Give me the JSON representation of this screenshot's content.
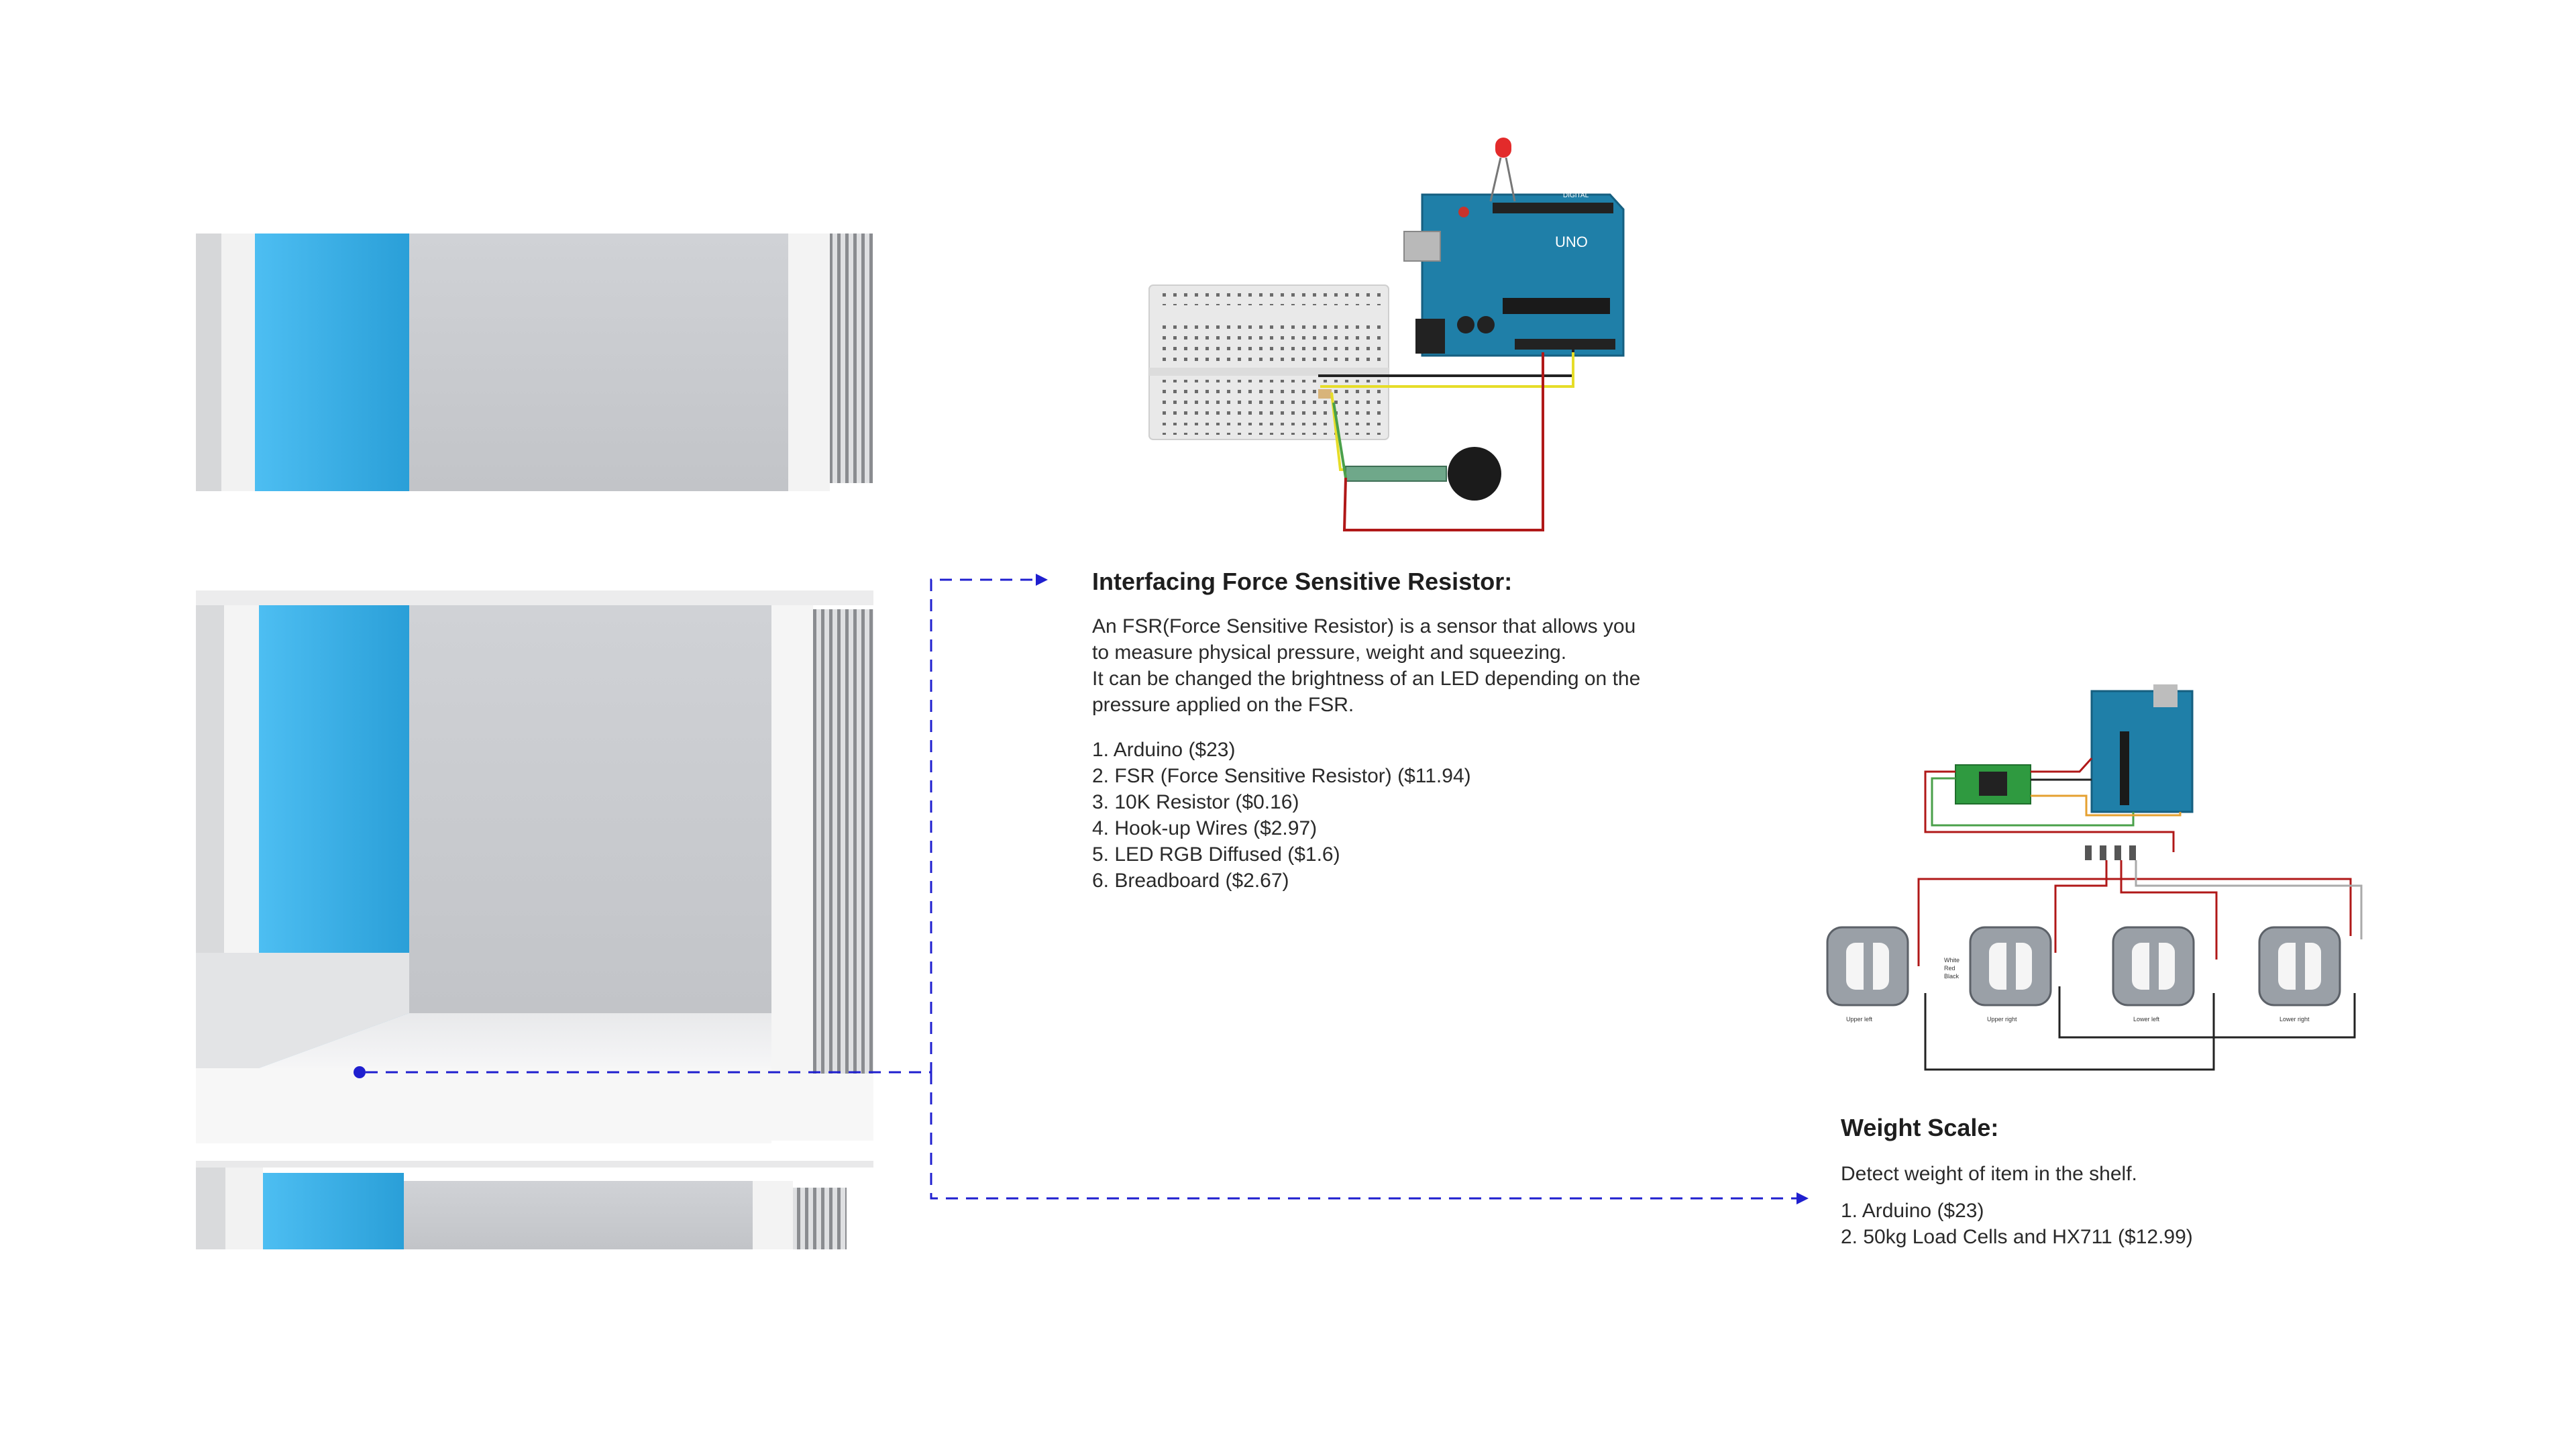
{
  "fsr_panel": {
    "title": "Interfacing Force Sensitive Resistor:",
    "description": [
      "An FSR(Force Sensitive Resistor) is a sensor that allows you",
      "to measure physical pressure, weight and squeezing.",
      "It can be changed the brightness of an LED depending on the",
      "pressure applied on the FSR."
    ],
    "parts": [
      "1. Arduino ($23)",
      "2. FSR (Force Sensitive Resistor) ($11.94)",
      "3. 10K Resistor ($0.16)",
      "4. Hook-up Wires ($2.97)",
      "5. LED RGB Diffused ($1.6)",
      "6. Breadboard ($2.67)"
    ]
  },
  "weight_panel": {
    "title": "Weight Scale:",
    "description": "Detect weight of item in the shelf.",
    "parts": [
      "1. Arduino ($23)",
      "2. 50kg Load Cells and HX711 ($12.99)"
    ]
  },
  "load_cell_labels": [
    "Upper left",
    "Upper right",
    "Lower left",
    "Lower right"
  ],
  "wire_legend": [
    "White",
    "Red",
    "Black"
  ],
  "board_text": {
    "brand": "UNO",
    "digital": "DIGITAL"
  },
  "colors": {
    "accent_blue_panel": "#3aaee6",
    "shelf_white": "#f4f4f4",
    "shelf_gray": "#c9cbcf",
    "arduino_blue": "#1f7fa8",
    "pointer_blue": "#1f1fcf",
    "wire_red": "#b01818",
    "wire_yellow": "#e6dd28",
    "wire_green": "#3a9a3a",
    "wire_black": "#222222"
  }
}
